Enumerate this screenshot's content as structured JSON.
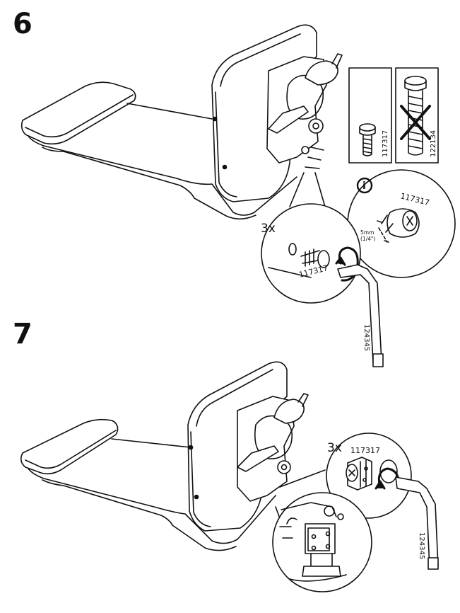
{
  "steps": [
    {
      "number": "6",
      "quantity": "3x",
      "screw_ok": "117317",
      "screw_wrong": "122134",
      "info_icon": "i",
      "info_part": "117317",
      "length_metric": "5mm",
      "length_imperial": "(1/4\")",
      "detail_part": "117317",
      "wrench": "124345"
    },
    {
      "number": "7",
      "quantity": "3x",
      "detail_part": "117317",
      "wrench": "124345"
    }
  ],
  "icons": {
    "wrong": "cross-mark-icon",
    "info": "info-icon",
    "rotate": "rotate-clockwise-arrow-icon"
  },
  "colors": {
    "ink": "#111111",
    "paper": "#ffffff"
  }
}
